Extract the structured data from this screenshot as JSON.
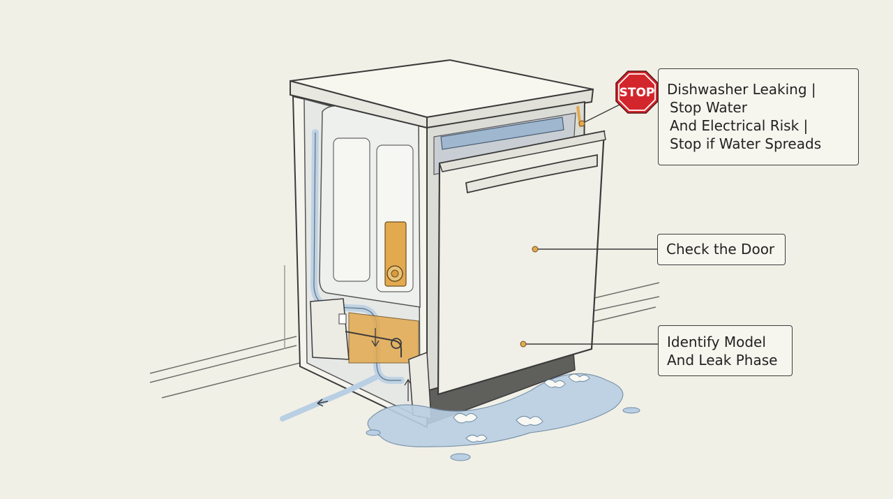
{
  "stop_sign": {
    "text": "STOP",
    "color": "#d3262c"
  },
  "callouts": {
    "warning": {
      "lines": [
        "Dishwasher Leaking |",
        "Stop Water",
        "And Electrical Risk |",
        "Stop if Water Spreads"
      ]
    },
    "door": {
      "lines": [
        "Check the Door"
      ]
    },
    "model": {
      "lines": [
        "Identify Model",
        "And Leak Phase"
      ]
    }
  },
  "colors": {
    "background": "#f1f0e7",
    "outline": "#3b3b3b",
    "water": "#b9cfe3",
    "accent_orange": "#e3a94f",
    "stop_red": "#d3262c"
  }
}
